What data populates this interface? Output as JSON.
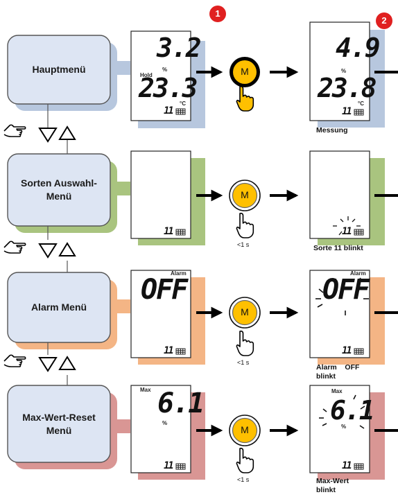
{
  "steps": [
    "1",
    "2"
  ],
  "colors": {
    "menu_box_fill": "#dde5f3",
    "menu_box_border": "#555555",
    "shadow_blue": "#b7c7de",
    "shadow_green": "#a9c47f",
    "shadow_orange": "#f4b585",
    "shadow_red": "#d99694",
    "button_fill": "#ffc000",
    "step_badge": "#e02020"
  },
  "menus": [
    {
      "label": "Hauptmenü"
    },
    {
      "label": "Sorten Auswahl-\nMenü"
    },
    {
      "label": "Alarm Menü"
    },
    {
      "label": "Max-Wert-Reset\nMenü"
    }
  ],
  "button": {
    "label": "M",
    "press_short": "<1 s"
  },
  "displays": {
    "main_before": {
      "top_value": "3.2",
      "top_unit": "%",
      "hold": "Hold",
      "bottom_value": "23.3",
      "bottom_unit": "°C",
      "sort": "11"
    },
    "main_after": {
      "top_value": "4.9",
      "top_unit": "%",
      "bottom_value": "23.8",
      "bottom_unit": "°C",
      "sort": "11",
      "caption": "Messung"
    },
    "sort_before": {
      "sort": "11"
    },
    "sort_after": {
      "sort": "11",
      "caption": "Sorte 11 blinkt"
    },
    "alarm_before": {
      "label": "Alarm",
      "value": "OFF",
      "sort": "11"
    },
    "alarm_after": {
      "label": "Alarm",
      "value": "OFF",
      "sort": "11",
      "caption": "Alarm    OFF\nblinkt"
    },
    "max_before": {
      "label": "Max",
      "value": "6.1",
      "unit": "%",
      "sort": "11"
    },
    "max_after": {
      "label": "Max",
      "value": "6.1",
      "unit": "%",
      "sort": "11",
      "caption": "Max-Wert\nblinkt"
    }
  },
  "icons": [
    "hand-pointing-icon",
    "triangle-down-icon",
    "triangle-up-icon",
    "hand-pressing-icon",
    "right-arrow-icon"
  ]
}
